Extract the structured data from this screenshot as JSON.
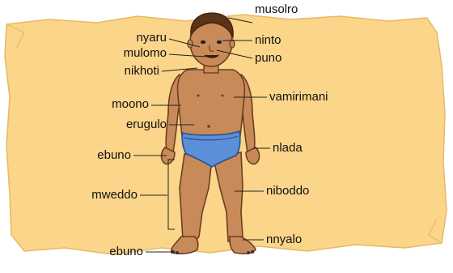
{
  "labels": {
    "musolro": "musolro",
    "ninto": "ninto",
    "puno": "puno",
    "nyaru": "nyaru",
    "mulomo": "mulomo",
    "nikhoti": "nikhoti",
    "vamirimani": "vamirimani",
    "moono": "moono",
    "erugulo": "erugulo",
    "ebuno_hand": "ebuno",
    "nlada": "nlada",
    "mweddo": "mweddo",
    "niboddo": "niboddo",
    "nnyalo": "nnyalo",
    "ebuno_foot": "ebuno"
  },
  "colors": {
    "background_paper": "#fbd58a",
    "skin": "#c98a5a",
    "skin_shadow": "#a86a3e",
    "hair": "#5a3418",
    "underwear": "#5b8fd8",
    "leader_line": "#222222"
  }
}
